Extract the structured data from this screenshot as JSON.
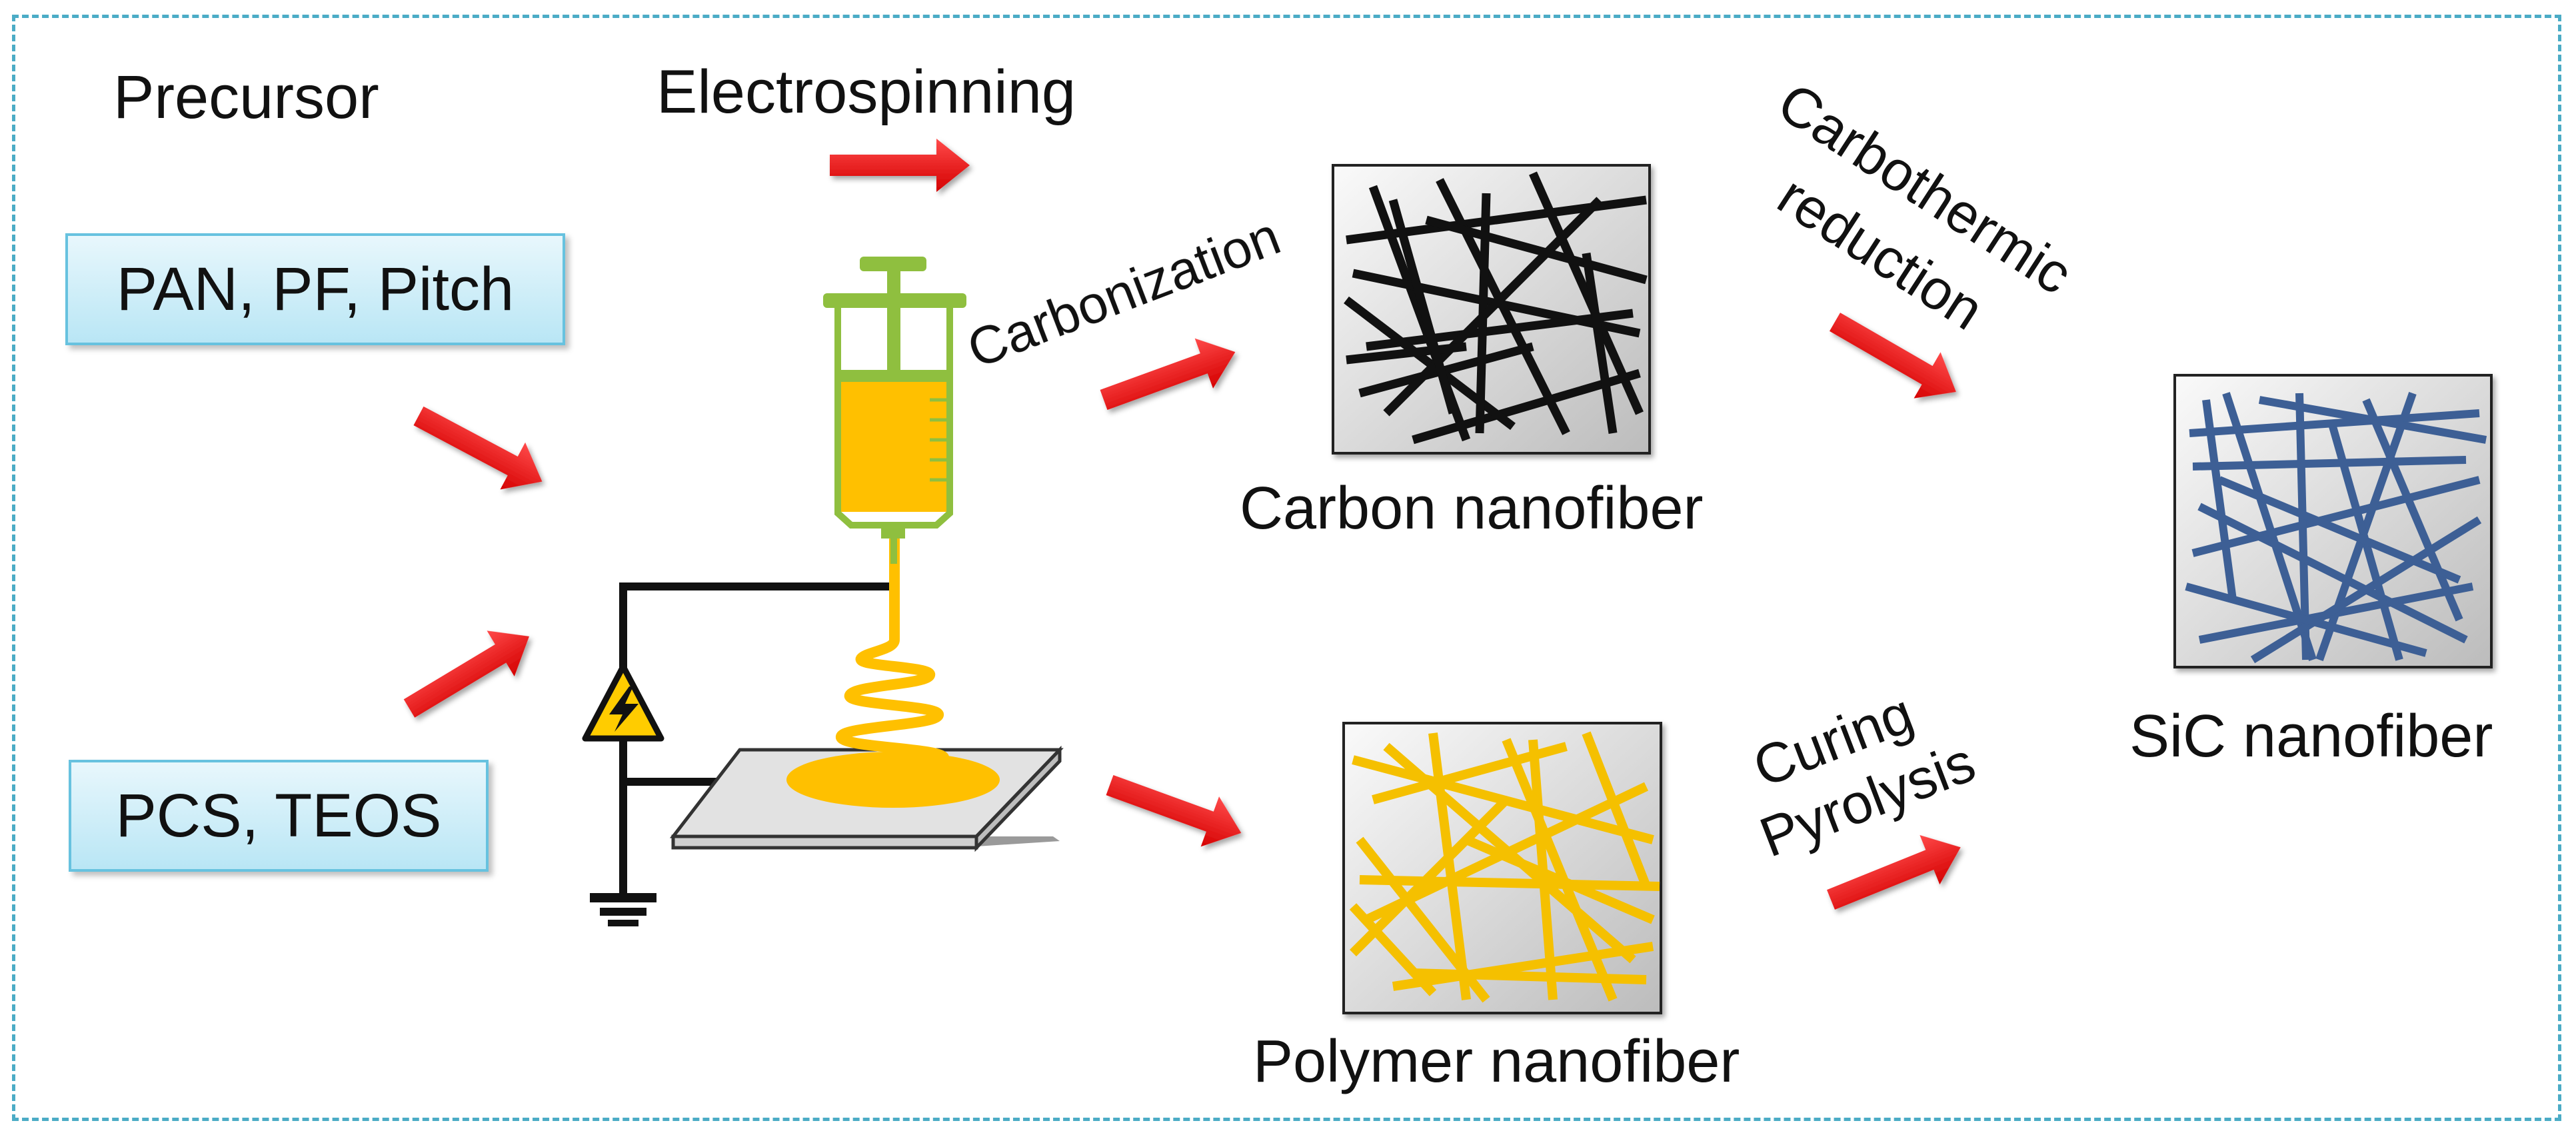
{
  "labels": {
    "precursor": "Precursor",
    "electrospinning": "Electrospinning",
    "carbonization": "Carbonization",
    "carbothermic_line1": "Carbothermic",
    "carbothermic_line2": "reduction",
    "curing": "Curing",
    "pyrolysis": "Pyrolysis",
    "carbon_nanofiber": "Carbon nanofiber",
    "polymer_nanofiber": "Polymer nanofiber",
    "sic_nanofiber": "SiC nanofiber"
  },
  "boxes": {
    "precursor_a": "PAN, PF, Pitch",
    "precursor_b": "PCS, TEOS"
  },
  "colors": {
    "frame": "#4bacc6",
    "arrow": "#e8141b",
    "carbon_fiber": "#111111",
    "polymer_fiber": "#f5c000",
    "sic_fiber": "#3d5f95",
    "syringe_outline": "#8fbf3f",
    "solution": "#ffc000"
  },
  "icons": {
    "high_voltage": "high-voltage-warning-icon",
    "ground": "ground-symbol-icon"
  }
}
